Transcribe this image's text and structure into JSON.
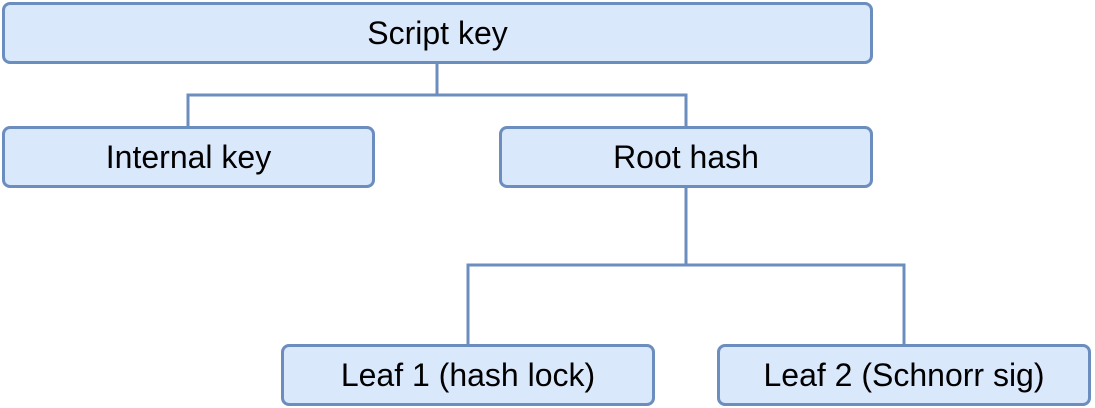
{
  "diagram": {
    "nodes": {
      "script_key": "Script key",
      "internal_key": "Internal key",
      "root_hash": "Root hash",
      "leaf_1": "Leaf 1 (hash lock)",
      "leaf_2": "Leaf 2 (Schnorr sig)"
    },
    "edges": [
      {
        "from": "script_key",
        "to": "internal_key"
      },
      {
        "from": "script_key",
        "to": "root_hash"
      },
      {
        "from": "root_hash",
        "to": "leaf_1"
      },
      {
        "from": "root_hash",
        "to": "leaf_2"
      }
    ],
    "colors": {
      "node_fill": "#dae8fc",
      "node_stroke": "#6c8ebf",
      "text": "#000000"
    }
  }
}
